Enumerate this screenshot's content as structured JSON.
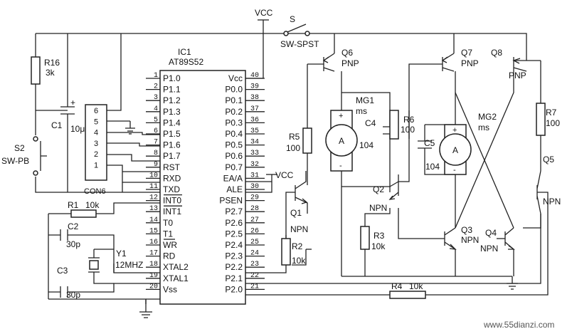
{
  "ic": {
    "ref": "IC1",
    "part": "AT89S52",
    "left_pins": [
      {
        "num": "1",
        "name": "P1.0"
      },
      {
        "num": "2",
        "name": "P1.1"
      },
      {
        "num": "3",
        "name": "P1.2"
      },
      {
        "num": "4",
        "name": "P1.3"
      },
      {
        "num": "5",
        "name": "P1.4"
      },
      {
        "num": "6",
        "name": "P1.5"
      },
      {
        "num": "7",
        "name": "P1.6"
      },
      {
        "num": "8",
        "name": "P1.7"
      },
      {
        "num": "9",
        "name": "RST"
      },
      {
        "num": "10",
        "name": "RXD"
      },
      {
        "num": "11",
        "name": "TXD"
      },
      {
        "num": "12",
        "name": "INT0"
      },
      {
        "num": "13",
        "name": "INT1"
      },
      {
        "num": "14",
        "name": "T0"
      },
      {
        "num": "15",
        "name": "T1"
      },
      {
        "num": "16",
        "name": "WR"
      },
      {
        "num": "17",
        "name": "RD"
      },
      {
        "num": "18",
        "name": "XTAL2"
      },
      {
        "num": "19",
        "name": "XTAL1"
      },
      {
        "num": "20",
        "name": "Vss"
      }
    ],
    "right_pins": [
      {
        "num": "40",
        "name": "Vcc"
      },
      {
        "num": "39",
        "name": "P0.0"
      },
      {
        "num": "38",
        "name": "P0.1"
      },
      {
        "num": "37",
        "name": "P0.2"
      },
      {
        "num": "36",
        "name": "P0.3"
      },
      {
        "num": "35",
        "name": "P0.4"
      },
      {
        "num": "34",
        "name": "P0.5"
      },
      {
        "num": "33",
        "name": "P0.6"
      },
      {
        "num": "32",
        "name": "P0.7"
      },
      {
        "num": "31",
        "name": "EA/A"
      },
      {
        "num": "30",
        "name": "ALE"
      },
      {
        "num": "29",
        "name": "PSEN"
      },
      {
        "num": "28",
        "name": "P2.7"
      },
      {
        "num": "27",
        "name": "P2.6"
      },
      {
        "num": "26",
        "name": "P2.5"
      },
      {
        "num": "25",
        "name": "P2.4"
      },
      {
        "num": "24",
        "name": "P2.3"
      },
      {
        "num": "23",
        "name": "P2.2"
      },
      {
        "num": "22",
        "name": "P2.1"
      },
      {
        "num": "21",
        "name": "P2.0"
      }
    ]
  },
  "con6": {
    "ref": "CON6",
    "pins": [
      "6",
      "5",
      "4",
      "3",
      "2",
      "1"
    ]
  },
  "components": {
    "r16": {
      "ref": "R16",
      "value": "3k"
    },
    "c1": {
      "ref": "C1",
      "value": "10μ"
    },
    "s2": {
      "ref": "S2",
      "value": "SW-PB"
    },
    "r1": {
      "ref": "R1",
      "value": "10k"
    },
    "c2": {
      "ref": "C2",
      "value": "30p"
    },
    "c3": {
      "ref": "C3",
      "value": "30p"
    },
    "y1": {
      "ref": "Y1",
      "value": "12MHZ"
    },
    "vcc_top": "VCC",
    "vcc_ea": "VCC",
    "s": {
      "ref": "S",
      "value": "SW-SPST"
    },
    "q6": {
      "ref": "Q6",
      "type": "PNP"
    },
    "q7": {
      "ref": "Q7",
      "type": "PNP"
    },
    "q8": {
      "ref": "Q8",
      "type": "PNP"
    },
    "mg1": {
      "ref": "MG1",
      "value": "ms",
      "symbol": "A"
    },
    "mg2": {
      "ref": "MG2",
      "value": "ms",
      "symbol": "A"
    },
    "c4": {
      "ref": "C4",
      "value": "104"
    },
    "c5": {
      "ref": "C5",
      "value": "104"
    },
    "r5": {
      "ref": "R5",
      "value": "100"
    },
    "r6": {
      "ref": "R6",
      "value": "100"
    },
    "r7": {
      "ref": "R7",
      "value": "100"
    },
    "q1": {
      "ref": "Q1",
      "type": "NPN"
    },
    "q2": {
      "ref": "Q2",
      "type": "NPN"
    },
    "q3": {
      "ref": "Q3",
      "type": "NPN"
    },
    "q4": {
      "ref": "Q4",
      "type": "NPN"
    },
    "q5": {
      "ref": "Q5",
      "type": "NPN"
    },
    "r2": {
      "ref": "R2",
      "value": "10k"
    },
    "r3": {
      "ref": "R3",
      "value": "10k"
    },
    "r4": {
      "ref": "R4",
      "value": "10k"
    },
    "plus": "+",
    "minus": "-"
  },
  "watermark": "www.55dianzi.com"
}
